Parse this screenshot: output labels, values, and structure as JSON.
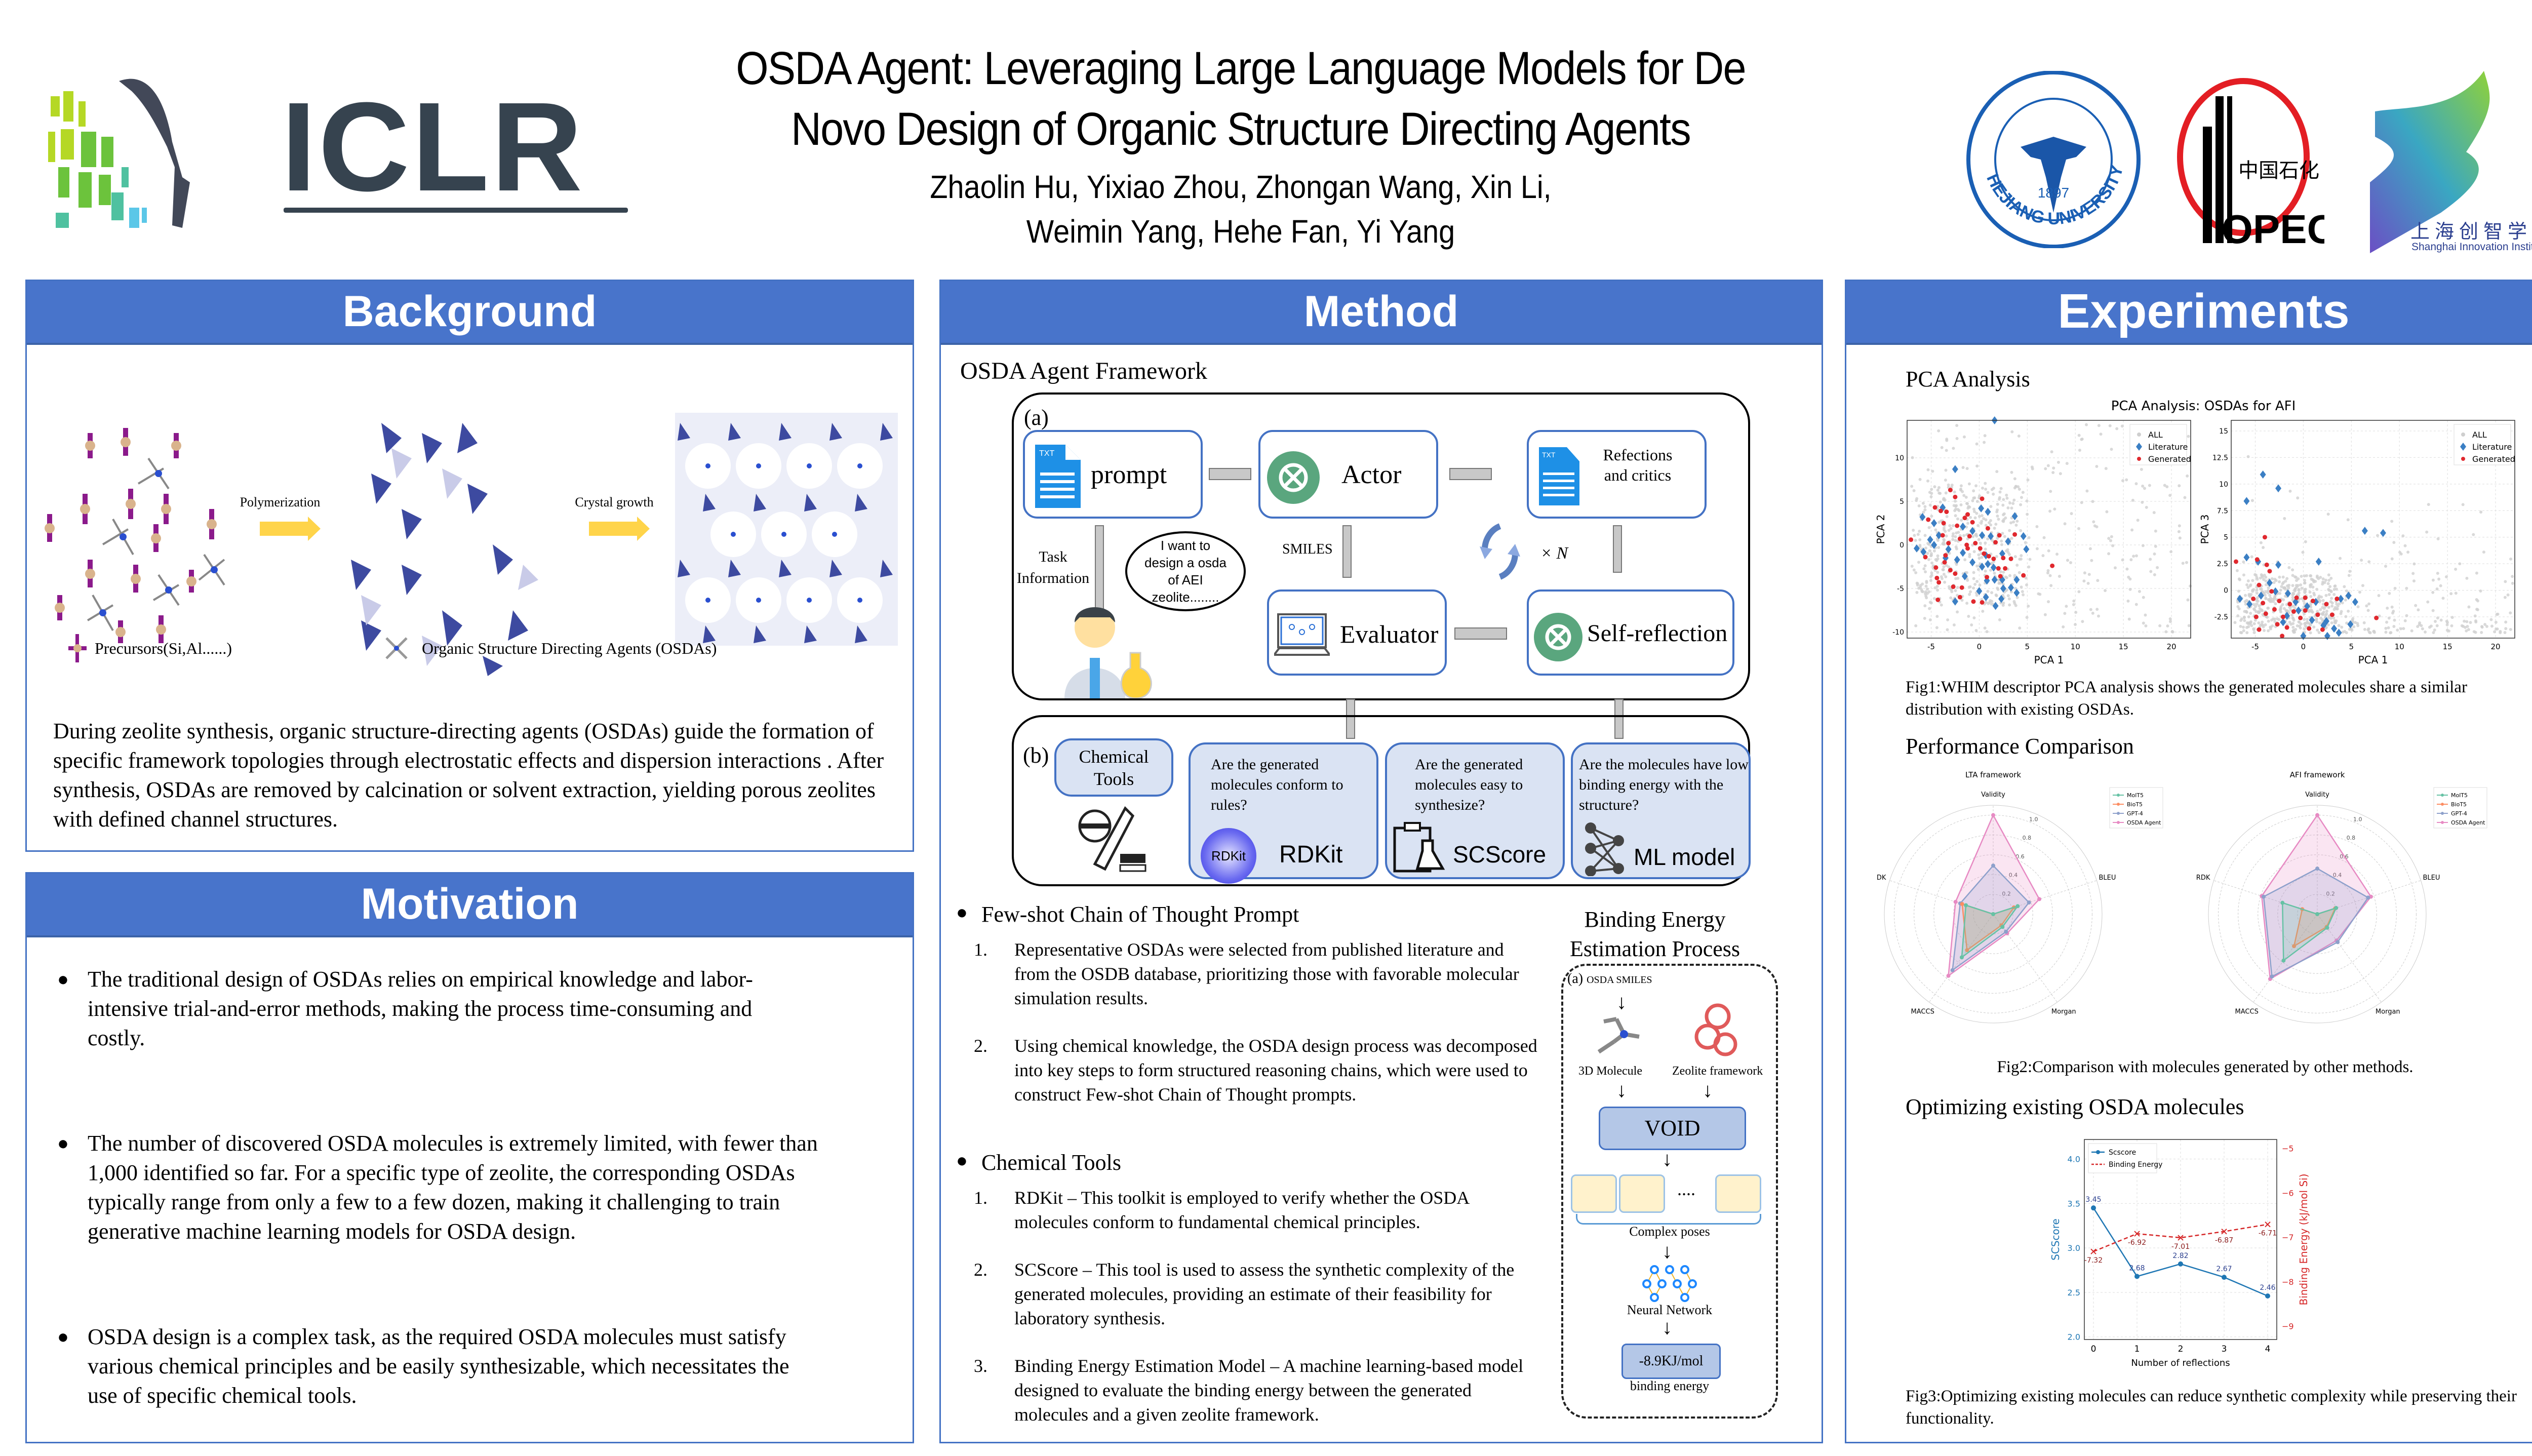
{
  "header": {
    "title_line1": "OSDA Agent: Leveraging Large Language Models for De",
    "title_line2": "Novo Design of Organic Structure Directing Agents",
    "authors_line1": "Zhaolin Hu, Yixiao Zhou, Zhongan Wang, Xin Li,",
    "authors_line2": "Weimin Yang, Hehe Fan, Yi Yang",
    "iclr_logo_text": "ICLR",
    "logos": {
      "zju_text": "ZHEJIANG UNIVERSITY",
      "zju_year": "1897",
      "sinopec_text": "SINOPEC",
      "sii_cn": "上海创智学院",
      "sii_en": "Shanghai Innovation Institute"
    }
  },
  "background": {
    "heading": "Background",
    "figure": {
      "arrow1_label": "Polymerization",
      "arrow2_label": "Crystal growth",
      "legend_precursors": "Precursors(Si,Al......)",
      "legend_osdas": "Organic Structure Directing Agents (OSDAs)"
    },
    "paragraph": "During zeolite synthesis, organic structure-directing agents (OSDAs) guide the formation of specific framework topologies through electrostatic effects and dispersion interactions . After synthesis, OSDAs are removed by calcination or solvent extraction, yielding porous zeolites with defined channel structures."
  },
  "motivation": {
    "heading": "Motivation",
    "bullets": [
      "The traditional design of OSDAs relies on empirical knowledge and labor-intensive trial-and-error methods, making the process time-consuming and costly.",
      "The number of discovered OSDA molecules is extremely limited, with fewer than 1,000 identified so far. For a specific type of zeolite, the corresponding OSDAs typically range from only a few to a few dozen, making it challenging to train generative machine learning models for OSDA design.",
      "OSDA design is a complex task, as the required OSDA molecules must satisfy various chemical principles and be easily synthesizable, which necessitates the use of specific chemical tools."
    ]
  },
  "method": {
    "heading": "Method",
    "framework_title": "OSDA Agent Framework",
    "panel_a": {
      "label": "(a)",
      "prompt": "prompt",
      "actor": "Actor",
      "reflections": "Refections and critics",
      "task_info": "Task Information",
      "speech": "I want to design a osda of AEI zeolite........",
      "speech_bold": "AEI",
      "smiles": "SMILES",
      "times_n": "× N",
      "evaluator": "Evaluator",
      "self_reflection": "Self-reflection",
      "txt_icon": "TXT"
    },
    "panel_b": {
      "label": "(b)",
      "chem_tools": "Chemical Tools",
      "tools": [
        {
          "question": "Are the generated molecules conform to rules?",
          "name": "RDKit",
          "badge": "RDKit"
        },
        {
          "question": "Are the generated molecules easy to synthesize?",
          "name": "SCScore"
        },
        {
          "question": "Are the molecules have low binding energy with the structure?",
          "name": "ML model"
        }
      ]
    },
    "cot": {
      "heading": "Few-shot Chain of Thought Prompt",
      "items": [
        "Representative OSDAs were selected from published literature and from the OSDB database, prioritizing those with favorable molecular simulation results.",
        "Using chemical knowledge, the OSDA design process was decomposed into key steps to form structured reasoning chains, which were used to construct Few-shot Chain of Thought prompts."
      ]
    },
    "tools_section": {
      "heading": "Chemical Tools",
      "items": [
        "RDKit – This toolkit is employed to verify whether the OSDA molecules conform to fundamental chemical principles.",
        "SCScore – This tool is used to assess the synthetic complexity of the generated molecules, providing an estimate of their feasibility for laboratory synthesis.",
        "Binding Energy Estimation Model – A machine learning-based model designed to evaluate the binding energy between the generated molecules and a given zeolite framework."
      ]
    },
    "binding": {
      "title_line1": "Binding Energy",
      "title_line2": "Estimation Process",
      "label": "(a)",
      "input": "OSDA SMILES",
      "mol3d": "3D Molecule",
      "zeolite": "Zeolite framework",
      "void": "VOID",
      "dots": "....",
      "poses": "Complex poses",
      "nn": "Neural Network",
      "result": "-8.9KJ/mol",
      "result_label": "binding energy"
    }
  },
  "experiments": {
    "heading": "Experiments",
    "pca_heading": "PCA Analysis",
    "fig1_caption": "Fig1:WHIM descriptor PCA analysis shows the generated molecules share a similar distribution with existing OSDAs.",
    "perf_heading": "Performance Comparison",
    "fig2_caption": "Fig2:Comparison with molecules generated by other methods.",
    "opt_heading": "Optimizing existing OSDA molecules",
    "fig3_caption": "Fig3:Optimizing existing molecules can reduce synthetic complexity while preserving their functionality."
  },
  "colors": {
    "panel_header": "#4874cb",
    "panel_border": "#4472c4",
    "literature": "#3b7fc4",
    "generated": "#e0282e",
    "all": "#cfcfcf",
    "molt5": "#66c2a5",
    "biot5": "#fc8d62",
    "gpt4": "#8da0cb",
    "osda": "#e78ac3",
    "scscore": "#1f77b4",
    "binding": "#d62728"
  },
  "chart_data": [
    {
      "type": "scatter",
      "title": "PCA Analysis: OSDAs for AFI",
      "panels": [
        {
          "xlabel": "PCA 1",
          "ylabel": "PCA 2",
          "xlim": [
            -7.5,
            22
          ],
          "ylim": [
            -10.7,
            14.3
          ],
          "xticks": [
            -5,
            0,
            5,
            10,
            15,
            20
          ],
          "yticks": [
            -10,
            -5,
            0,
            5,
            10
          ]
        },
        {
          "xlabel": "PCA 1",
          "ylabel": "PCA 3",
          "xlim": [
            -7.5,
            22
          ],
          "ylim": [
            -4.5,
            16
          ],
          "xticks": [
            -5,
            0,
            5,
            10,
            15,
            20
          ],
          "yticks": [
            -2.5,
            0.0,
            2.5,
            5.0,
            7.5,
            10.0,
            12.5,
            15.0
          ]
        }
      ],
      "legend": [
        "ALL",
        "Literature",
        "Generated"
      ],
      "legend_position": "top-right",
      "grid": true,
      "series_note": "ALL: dense gray cloud centered near (0,0) extending to x≈20; Literature and Generated clustered in x∈[-6,5]",
      "literature_pca12": [
        [
          -6.5,
          -0.4
        ],
        [
          -5.8,
          -0.8
        ],
        [
          -5.9,
          3.2
        ],
        [
          -5.1,
          0.6
        ],
        [
          -4.7,
          2.5
        ],
        [
          -4.7,
          0
        ],
        [
          -4.2,
          1.1
        ],
        [
          -3.8,
          4.3
        ],
        [
          -3.5,
          -1.5
        ],
        [
          -3.2,
          -0.5
        ],
        [
          -2.5,
          8.7
        ],
        [
          -2.5,
          -6.5
        ],
        [
          -2.3,
          -1.7
        ],
        [
          -1.7,
          2.1
        ],
        [
          -1.7,
          -0.9
        ],
        [
          -1.5,
          -3.6
        ],
        [
          -0.7,
          1.6
        ],
        [
          -0.7,
          -2
        ],
        [
          0.2,
          4.2
        ],
        [
          0.3,
          -2.5
        ],
        [
          0.3,
          1.1
        ],
        [
          0.7,
          -1.2
        ],
        [
          0.8,
          -4.1
        ],
        [
          0.9,
          3.8
        ],
        [
          0.9,
          -2.2
        ],
        [
          1.2,
          1.0
        ],
        [
          1.5,
          -2.6
        ],
        [
          1.6,
          14.3
        ],
        [
          1.6,
          -4.0
        ],
        [
          1.7,
          -7
        ],
        [
          2.4,
          -1.0
        ],
        [
          2.4,
          -4.0
        ],
        [
          2.5,
          -5.0
        ],
        [
          2.3,
          -6.2
        ],
        [
          3.0,
          0.4
        ],
        [
          3.3,
          -4.9
        ],
        [
          3.7,
          3.3
        ],
        [
          3.9,
          -4.0
        ],
        [
          3.9,
          -5.5
        ],
        [
          4.6,
          1.0
        ],
        [
          4.9,
          -0.5
        ],
        [
          0,
          -5.3
        ],
        [
          0.7,
          -6.0
        ]
      ],
      "generated_pca12": [
        [
          -7.1,
          0.6
        ],
        [
          -5.3,
          2.9
        ],
        [
          -5.6,
          -1.4
        ],
        [
          -4.6,
          4.3
        ],
        [
          -4.5,
          -2.6
        ],
        [
          -4.4,
          -3.8
        ],
        [
          -4.3,
          -6.3
        ],
        [
          -4.0,
          3.9
        ],
        [
          -3.8,
          1.1
        ],
        [
          -3.7,
          2.5
        ],
        [
          -3.5,
          -1.2
        ],
        [
          -3.4,
          3.8
        ],
        [
          -3.2,
          0.2
        ],
        [
          -3.0,
          6.3
        ],
        [
          -3.0,
          -2.9
        ],
        [
          -2.7,
          -4.8
        ],
        [
          -2.5,
          5.5
        ],
        [
          -2.5,
          -3.3
        ],
        [
          -2.3,
          2.2
        ],
        [
          -2.0,
          0.7
        ],
        [
          -2.0,
          -6.0
        ],
        [
          -1.8,
          -4.9
        ],
        [
          -1.5,
          3.1
        ],
        [
          -1.3,
          0
        ],
        [
          -1.2,
          3.5
        ],
        [
          -1,
          1.0
        ],
        [
          -0.7,
          2.6
        ],
        [
          -0.6,
          -6.5
        ],
        [
          -0.4,
          0.2
        ],
        [
          0.1,
          -0.4
        ],
        [
          0.3,
          5.3
        ],
        [
          0.5,
          -1.0
        ],
        [
          0.8,
          -3.7
        ],
        [
          0.9,
          1.9
        ],
        [
          1.0,
          -1.3
        ],
        [
          1.5,
          -1.6
        ],
        [
          1.7,
          0.3
        ],
        [
          2.0,
          -2.7
        ],
        [
          2.1,
          1.1
        ],
        [
          2.2,
          -3.6
        ],
        [
          2.5,
          -1.5
        ],
        [
          2.7,
          -2.7
        ],
        [
          3.3,
          -1.6
        ],
        [
          3.7,
          1.2
        ],
        [
          4.6,
          -3.5
        ],
        [
          7.6,
          -2.4
        ],
        [
          0.3,
          -6.6
        ],
        [
          -4.2,
          -4.3
        ],
        [
          -3.6,
          -2.0
        ],
        [
          -1.2,
          -0.4
        ]
      ],
      "literature_pca13": [
        [
          -6.6,
          -0.8
        ],
        [
          -5.9,
          3.1
        ],
        [
          -5.9,
          8.4
        ],
        [
          -4.7,
          2.7
        ],
        [
          -4.2,
          10.9
        ],
        [
          -3.5,
          0.7
        ],
        [
          -2.9,
          -0.1
        ],
        [
          -2.6,
          9.6
        ],
        [
          -2.6,
          2.4
        ],
        [
          -1.6,
          -0.3
        ],
        [
          -0.8,
          -1.1
        ],
        [
          -0.5,
          -1.9
        ],
        [
          0,
          -4.3
        ],
        [
          0.4,
          -1.5
        ],
        [
          0.9,
          -2.8
        ],
        [
          1.3,
          -1.1
        ],
        [
          1.6,
          2.7
        ],
        [
          2.1,
          -3.3
        ],
        [
          2.4,
          -2.9
        ],
        [
          2.5,
          -4.3
        ],
        [
          3.2,
          -3.6
        ],
        [
          3.7,
          -4.0
        ],
        [
          3.9,
          -0.8
        ],
        [
          4.7,
          -0.5
        ],
        [
          4.9,
          -3.2
        ],
        [
          5.4,
          -1.1
        ],
        [
          6.4,
          5.6
        ],
        [
          8.3,
          5.4
        ],
        [
          -5.6,
          -1.3
        ],
        [
          -2.1,
          -3.0
        ],
        [
          -1.7,
          -2.4
        ],
        [
          -4.4,
          -0.5
        ]
      ],
      "generated_pca13": [
        [
          -7.0,
          2.7
        ],
        [
          -5.2,
          -0.8
        ],
        [
          -4.9,
          -2.5
        ],
        [
          -4.8,
          2.9
        ],
        [
          -4.6,
          0.5
        ],
        [
          -4.6,
          -3.7
        ],
        [
          -4.2,
          -1.2
        ],
        [
          -4.0,
          5.0
        ],
        [
          -3.9,
          -2.2
        ],
        [
          -3.8,
          2.4
        ],
        [
          -3.5,
          1.8
        ],
        [
          -3.3,
          -0.1
        ],
        [
          -3.0,
          -1.8
        ],
        [
          -2.7,
          -3.2
        ],
        [
          -2.5,
          -1.0
        ],
        [
          -2.1,
          -2.5
        ],
        [
          -1.7,
          -3.5
        ],
        [
          -1.4,
          -1.3
        ],
        [
          -1.0,
          -2.0
        ],
        [
          -0.7,
          -0.7
        ],
        [
          -0.3,
          -2.6
        ],
        [
          0.2,
          -1.9
        ],
        [
          0.6,
          -3.6
        ],
        [
          1.0,
          -1.0
        ],
        [
          1.5,
          -2.3
        ],
        [
          2.0,
          -3.7
        ],
        [
          2.4,
          -1.3
        ],
        [
          3.0,
          -2.3
        ],
        [
          3.5,
          -0.8
        ],
        [
          7.6,
          -2.6
        ],
        [
          -2.2,
          -4.3
        ],
        [
          0.2,
          -0.7
        ]
      ]
    },
    {
      "type": "radar",
      "title": "LTA framework",
      "axes": [
        "Validity",
        "BLEU",
        "Morgan",
        "MACCS",
        "RDK"
      ],
      "rticks": [
        0.2,
        0.4,
        0.6,
        0.8,
        1.0
      ],
      "rlim": [
        0,
        1.1
      ],
      "legend_position": "top-right",
      "series": [
        {
          "name": "MolT5",
          "values": [
            0.0,
            0.26,
            0.16,
            0.54,
            0.29
          ]
        },
        {
          "name": "BioT5",
          "values": [
            0.0,
            0.22,
            0.14,
            0.45,
            0.33
          ]
        },
        {
          "name": "GPT-4",
          "values": [
            0.49,
            0.38,
            0.22,
            0.7,
            0.35
          ]
        },
        {
          "name": "OSDA Agent",
          "values": [
            1.0,
            0.49,
            0.24,
            0.77,
            0.4
          ]
        }
      ]
    },
    {
      "type": "radar",
      "title": "AFI framework",
      "axes": [
        "Validity",
        "BLEU",
        "Morgan",
        "MACCS",
        "RDK"
      ],
      "rticks": [
        0.2,
        0.4,
        0.6,
        0.8,
        1.0
      ],
      "rlim": [
        0,
        1.1
      ],
      "legend_position": "top-right",
      "series": [
        {
          "name": "MolT5",
          "values": [
            0.0,
            0.2,
            0.17,
            0.58,
            0.37
          ]
        },
        {
          "name": "BioT5",
          "values": [
            0.0,
            0.19,
            0.16,
            0.4,
            0.16
          ]
        },
        {
          "name": "GPT-4",
          "values": [
            0.46,
            0.54,
            0.35,
            0.78,
            0.57
          ]
        },
        {
          "name": "OSDA Agent",
          "values": [
            1.0,
            0.57,
            0.33,
            0.81,
            0.59
          ]
        }
      ]
    },
    {
      "type": "line",
      "title": "",
      "x": [
        0,
        1,
        2,
        3,
        4
      ],
      "xlabel": "Number of reflections",
      "ylabel": "SCScore",
      "ylabel_right": "Binding Energy (kJ/mol Si)",
      "ylim": [
        1.97,
        4.22
      ],
      "ylim_right": [
        -9.3,
        -4.8
      ],
      "yticks": [
        2.0,
        2.5,
        3.0,
        3.5,
        4.0
      ],
      "yticks_right": [
        -9,
        -8,
        -7,
        -6,
        -5
      ],
      "legend_position": "top-left",
      "grid": true,
      "series": [
        {
          "name": "Scscore",
          "axis": "left",
          "values": [
            3.45,
            2.68,
            2.82,
            2.67,
            2.46
          ],
          "labels": [
            "3.45",
            "2.68",
            "2.82",
            "2.67",
            "2.46"
          ]
        },
        {
          "name": "Binding Energy",
          "axis": "right",
          "values": [
            -7.32,
            -6.92,
            -7.01,
            -6.87,
            -6.71
          ],
          "labels": [
            "-7.32",
            "-6.92",
            "-7.01",
            "-6.87",
            "-6.71"
          ]
        }
      ]
    }
  ]
}
